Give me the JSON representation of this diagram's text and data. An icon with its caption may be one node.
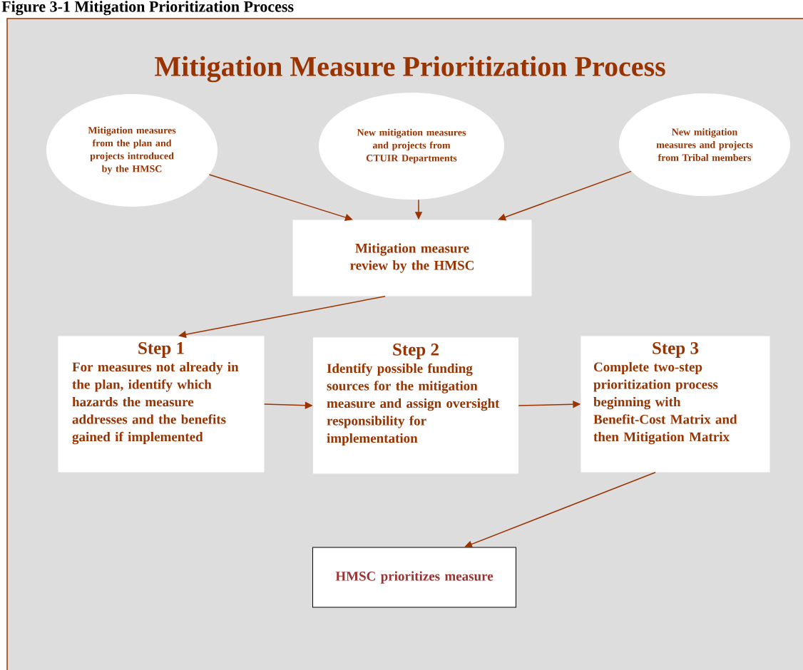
{
  "diagram": {
    "title": "Mitigation Measure Prioritization Process",
    "nodes": [
      {
        "text": [
          "Mitigation measures from the plan and projects introduced by the HMSC"
        ]
      },
      {
        "text": [
          "New mitigation measures and projects from CTUIR Departments"
        ]
      },
      {
        "text": [
          "New mitigation measures and projects from Tribal members"
        ]
      },
      {
        "text": [
          "Mitigation measure review by the HMSC"
        ]
      },
      {
        "text": [
          "Step 1",
          "For measures not already in the plan, identify which hazards the measure addresses and the benefits gained if implemented"
        ]
      },
      {
        "text": [
          "Step 2",
          "Identify possible funding sources for the mitigation measure and assign oversight responsibility for implementation"
        ]
      },
      {
        "text": [
          "Step 3",
          "Complete two-step prioritization process beginning with Benefit-Cost Matrix and then Mitigation Matrix"
        ]
      },
      {
        "text": [
          "HMSC prioritizes measure"
        ]
      }
    ],
    "edges": [
      {
        "from": 0,
        "to": 3,
        "arrow": "to"
      },
      {
        "from": 1,
        "to": 3,
        "arrow": "to"
      },
      {
        "from": 2,
        "to": 3,
        "arrow": "to"
      },
      {
        "from": 3,
        "to": 4,
        "arrow": "to"
      },
      {
        "from": 4,
        "to": 5,
        "arrow": "to"
      },
      {
        "from": 5,
        "to": 6,
        "arrow": "to"
      },
      {
        "from": 6,
        "to": 7,
        "arrow": "to"
      }
    ],
    "labels": [
      "Figure 3-1 Mitigation Prioritization Process"
    ]
  }
}
